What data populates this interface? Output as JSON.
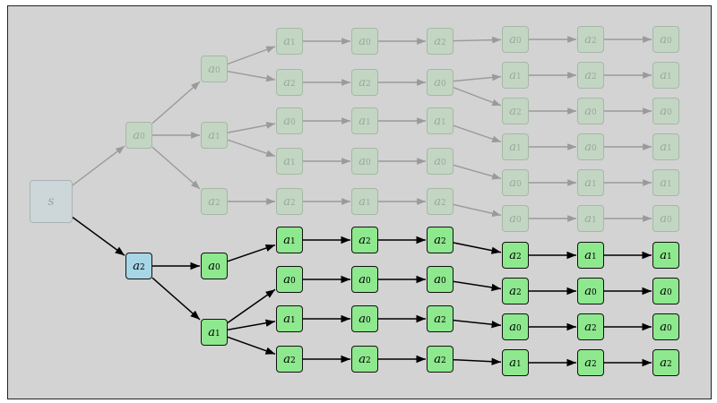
{
  "root": {
    "label": "s"
  },
  "nodes": {
    "c0": {
      "tier": "faded",
      "letter": "a",
      "sub": "0"
    },
    "c2": {
      "tier": "chosen",
      "letter": "a",
      "sub": "2"
    },
    "d1": {
      "tier": "faded",
      "letter": "a",
      "sub": "0"
    },
    "d2": {
      "tier": "faded",
      "letter": "a",
      "sub": "1"
    },
    "d3": {
      "tier": "faded",
      "letter": "a",
      "sub": "2"
    },
    "d4": {
      "tier": "active",
      "letter": "a",
      "sub": "0"
    },
    "d5": {
      "tier": "active",
      "letter": "a",
      "sub": "1"
    },
    "e1": {
      "tier": "faded",
      "letter": "a",
      "sub": "1"
    },
    "e2": {
      "tier": "faded",
      "letter": "a",
      "sub": "2"
    },
    "e3": {
      "tier": "faded",
      "letter": "a",
      "sub": "0"
    },
    "e4": {
      "tier": "faded",
      "letter": "a",
      "sub": "1"
    },
    "e5": {
      "tier": "faded",
      "letter": "a",
      "sub": "2"
    },
    "e6": {
      "tier": "active",
      "letter": "a",
      "sub": "1"
    },
    "e7": {
      "tier": "active",
      "letter": "a",
      "sub": "0"
    },
    "e8": {
      "tier": "active",
      "letter": "a",
      "sub": "1"
    },
    "e9": {
      "tier": "active",
      "letter": "a",
      "sub": "2"
    },
    "f1": {
      "tier": "faded",
      "letter": "a",
      "sub": "0"
    },
    "f2": {
      "tier": "faded",
      "letter": "a",
      "sub": "2"
    },
    "f3": {
      "tier": "faded",
      "letter": "a",
      "sub": "1"
    },
    "f4": {
      "tier": "faded",
      "letter": "a",
      "sub": "0"
    },
    "f5": {
      "tier": "faded",
      "letter": "a",
      "sub": "1"
    },
    "f6": {
      "tier": "active",
      "letter": "a",
      "sub": "2"
    },
    "f7": {
      "tier": "active",
      "letter": "a",
      "sub": "0"
    },
    "f8": {
      "tier": "active",
      "letter": "a",
      "sub": "0"
    },
    "f9": {
      "tier": "active",
      "letter": "a",
      "sub": "2"
    },
    "g1": {
      "tier": "faded",
      "letter": "a",
      "sub": "2"
    },
    "g2": {
      "tier": "faded",
      "letter": "a",
      "sub": "0"
    },
    "g3": {
      "tier": "faded",
      "letter": "a",
      "sub": "1"
    },
    "g4": {
      "tier": "faded",
      "letter": "a",
      "sub": "0"
    },
    "g5": {
      "tier": "faded",
      "letter": "a",
      "sub": "2"
    },
    "g6": {
      "tier": "active",
      "letter": "a",
      "sub": "2"
    },
    "g7": {
      "tier": "active",
      "letter": "a",
      "sub": "0"
    },
    "g8": {
      "tier": "active",
      "letter": "a",
      "sub": "2"
    },
    "g9": {
      "tier": "active",
      "letter": "a",
      "sub": "2"
    },
    "h1": {
      "tier": "faded",
      "letter": "a",
      "sub": "0"
    },
    "h2": {
      "tier": "faded",
      "letter": "a",
      "sub": "1"
    },
    "h3": {
      "tier": "faded",
      "letter": "a",
      "sub": "2"
    },
    "h4": {
      "tier": "faded",
      "letter": "a",
      "sub": "1"
    },
    "h5": {
      "tier": "faded",
      "letter": "a",
      "sub": "0"
    },
    "h6": {
      "tier": "faded",
      "letter": "a",
      "sub": "0"
    },
    "h7": {
      "tier": "active",
      "letter": "a",
      "sub": "2"
    },
    "h8": {
      "tier": "active",
      "letter": "a",
      "sub": "2"
    },
    "h9": {
      "tier": "active",
      "letter": "a",
      "sub": "0"
    },
    "h10": {
      "tier": "active",
      "letter": "a",
      "sub": "1"
    },
    "i1": {
      "tier": "faded",
      "letter": "a",
      "sub": "2"
    },
    "i2": {
      "tier": "faded",
      "letter": "a",
      "sub": "2"
    },
    "i3": {
      "tier": "faded",
      "letter": "a",
      "sub": "0"
    },
    "i4": {
      "tier": "faded",
      "letter": "a",
      "sub": "0"
    },
    "i5": {
      "tier": "faded",
      "letter": "a",
      "sub": "1"
    },
    "i6": {
      "tier": "faded",
      "letter": "a",
      "sub": "1"
    },
    "i7": {
      "tier": "active",
      "letter": "a",
      "sub": "1"
    },
    "i8": {
      "tier": "active",
      "letter": "a",
      "sub": "0"
    },
    "i9": {
      "tier": "active",
      "letter": "a",
      "sub": "2"
    },
    "i10": {
      "tier": "active",
      "letter": "a",
      "sub": "2"
    },
    "j1": {
      "tier": "faded",
      "letter": "a",
      "sub": "0"
    },
    "j2": {
      "tier": "faded",
      "letter": "a",
      "sub": "1"
    },
    "j3": {
      "tier": "faded",
      "letter": "a",
      "sub": "0"
    },
    "j4": {
      "tier": "faded",
      "letter": "a",
      "sub": "1"
    },
    "j5": {
      "tier": "faded",
      "letter": "a",
      "sub": "1"
    },
    "j6": {
      "tier": "faded",
      "letter": "a",
      "sub": "0"
    },
    "j7": {
      "tier": "active",
      "letter": "a",
      "sub": "1"
    },
    "j8": {
      "tier": "active",
      "letter": "a",
      "sub": "0"
    },
    "j9": {
      "tier": "active",
      "letter": "a",
      "sub": "0"
    },
    "j10": {
      "tier": "active",
      "letter": "a",
      "sub": "2"
    }
  },
  "edges": [
    [
      "root",
      "c0",
      "faded"
    ],
    [
      "root",
      "c2",
      "active"
    ],
    [
      "c0",
      "d1",
      "faded"
    ],
    [
      "c0",
      "d2",
      "faded"
    ],
    [
      "c0",
      "d3",
      "faded"
    ],
    [
      "c2",
      "d4",
      "active"
    ],
    [
      "c2",
      "d5",
      "active"
    ],
    [
      "d1",
      "e1",
      "faded"
    ],
    [
      "d1",
      "e2",
      "faded"
    ],
    [
      "d2",
      "e3",
      "faded"
    ],
    [
      "d2",
      "e4",
      "faded"
    ],
    [
      "d3",
      "e5",
      "faded"
    ],
    [
      "d4",
      "e6",
      "active"
    ],
    [
      "d5",
      "e7",
      "active"
    ],
    [
      "d5",
      "e8",
      "active"
    ],
    [
      "d5",
      "e9",
      "active"
    ],
    [
      "e1",
      "f1",
      "faded"
    ],
    [
      "e2",
      "f2",
      "faded"
    ],
    [
      "e3",
      "f3",
      "faded"
    ],
    [
      "e4",
      "f4",
      "faded"
    ],
    [
      "e5",
      "f5",
      "faded"
    ],
    [
      "e6",
      "f6",
      "active"
    ],
    [
      "e7",
      "f7",
      "active"
    ],
    [
      "e8",
      "f8",
      "active"
    ],
    [
      "e9",
      "f9",
      "active"
    ],
    [
      "f1",
      "g1",
      "faded"
    ],
    [
      "f2",
      "g2",
      "faded"
    ],
    [
      "f3",
      "g3",
      "faded"
    ],
    [
      "f4",
      "g4",
      "faded"
    ],
    [
      "f5",
      "g5",
      "faded"
    ],
    [
      "f6",
      "g6",
      "active"
    ],
    [
      "f7",
      "g7",
      "active"
    ],
    [
      "f8",
      "g8",
      "active"
    ],
    [
      "f9",
      "g9",
      "active"
    ],
    [
      "g1",
      "h1",
      "faded"
    ],
    [
      "g2",
      "h2",
      "faded"
    ],
    [
      "g2",
      "h3",
      "faded"
    ],
    [
      "g3",
      "h4",
      "faded"
    ],
    [
      "g4",
      "h5",
      "faded"
    ],
    [
      "g5",
      "h6",
      "faded"
    ],
    [
      "g6",
      "h7",
      "active"
    ],
    [
      "g7",
      "h8",
      "active"
    ],
    [
      "g8",
      "h9",
      "active"
    ],
    [
      "g9",
      "h10",
      "active"
    ],
    [
      "h1",
      "i1",
      "faded"
    ],
    [
      "h2",
      "i2",
      "faded"
    ],
    [
      "h3",
      "i3",
      "faded"
    ],
    [
      "h4",
      "i4",
      "faded"
    ],
    [
      "h5",
      "i5",
      "faded"
    ],
    [
      "h6",
      "i6",
      "faded"
    ],
    [
      "h7",
      "i7",
      "active"
    ],
    [
      "h8",
      "i8",
      "active"
    ],
    [
      "h9",
      "i9",
      "active"
    ],
    [
      "h10",
      "i10",
      "active"
    ],
    [
      "i1",
      "j1",
      "faded"
    ],
    [
      "i2",
      "j2",
      "faded"
    ],
    [
      "i3",
      "j3",
      "faded"
    ],
    [
      "i4",
      "j4",
      "faded"
    ],
    [
      "i5",
      "j5",
      "faded"
    ],
    [
      "i6",
      "j6",
      "faded"
    ],
    [
      "i7",
      "j7",
      "active"
    ],
    [
      "i8",
      "j8",
      "active"
    ],
    [
      "i9",
      "j9",
      "active"
    ],
    [
      "i10",
      "j10",
      "active"
    ]
  ],
  "colors": {
    "faded_edge": "#9a9a9a",
    "active_edge": "#000000"
  }
}
